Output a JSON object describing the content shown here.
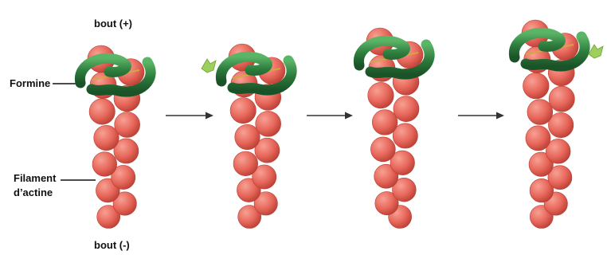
{
  "labels": {
    "plus_end": "bout (+)",
    "minus_end": "bout (-)",
    "formin": "Formine",
    "filament_line1": "Filament",
    "filament_line2": "d’actine"
  },
  "colors": {
    "actin": "#e8685c",
    "actin_highlight": "#f7a093",
    "actin_shadow": "#b93d33",
    "formin": "#2e7d3e",
    "formin_dark": "#1a5328",
    "formin_light": "#5bb567",
    "new_monomer": "#9ccf5b",
    "arrow": "#333333",
    "linker": "#d4a640"
  },
  "steps": 4,
  "icons": [
    "arrow-right-icon",
    "actin-monomer-icon"
  ]
}
